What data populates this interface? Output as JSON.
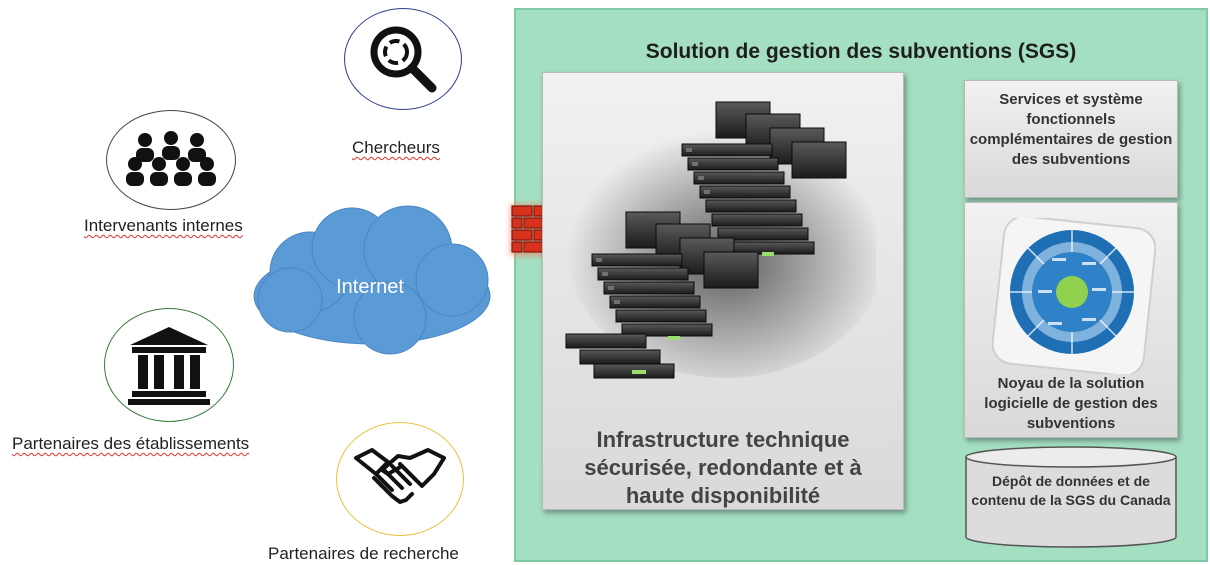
{
  "actors": {
    "internal": {
      "label": "Intervenants internes",
      "icon": "people-group-icon"
    },
    "researchers": {
      "label": "Chercheurs",
      "icon": "magnifier-icon"
    },
    "institutions": {
      "label": "Partenaires des établissements",
      "icon": "institution-building-icon"
    },
    "research_partners": {
      "label": "Partenaires de recherche",
      "icon": "handshake-icon"
    }
  },
  "network": {
    "cloud_label": "Internet",
    "cloud_color": "#5b9bd5",
    "firewall_icon": "firewall-icon",
    "firewall_color": "#e03a1e"
  },
  "sgs": {
    "title": "Solution de gestion des subventions (SGS)",
    "panel_color": "#a4dfc2",
    "infrastructure": {
      "label": "Infrastructure technique sécurisée, redondante et à haute disponibilité",
      "icon": "server-rack-icon"
    },
    "services": {
      "label": "Services et système fonctionnels complémentaires de gestion des subventions"
    },
    "core": {
      "label": "Noyau de la solution logicielle de gestion des subventions",
      "icon": "process-wheel-icon"
    },
    "repository": {
      "label": "Dépôt de données et de contenu de la SGS du Canada",
      "icon": "database-icon"
    }
  }
}
